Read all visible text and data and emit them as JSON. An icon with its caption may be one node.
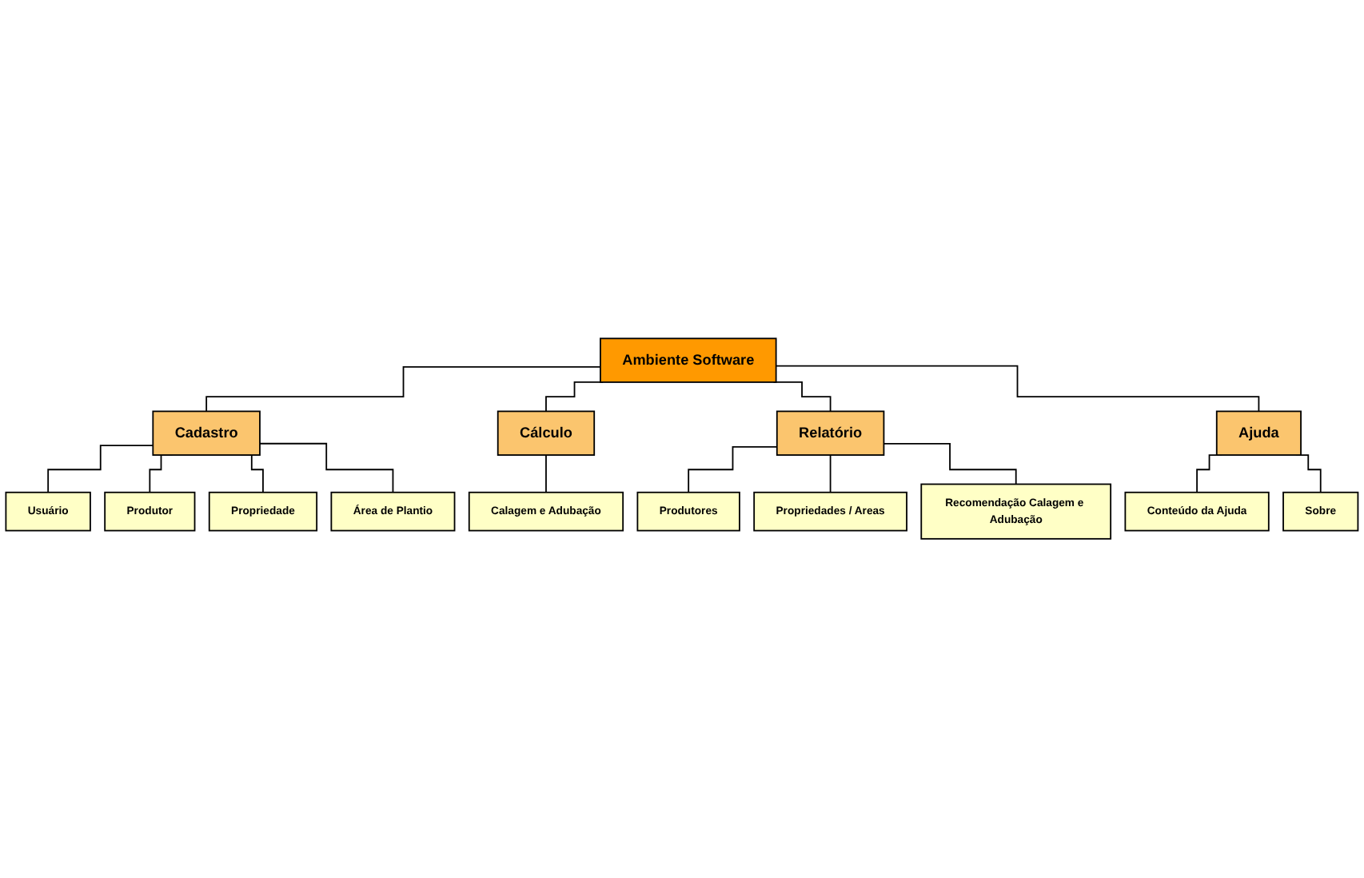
{
  "diagram": {
    "nodes": [
      {
        "text": [
          "Ambiente Software"
        ]
      },
      {
        "text": [
          "Cadastro"
        ]
      },
      {
        "text": [
          "Cálculo"
        ]
      },
      {
        "text": [
          "Relatório"
        ]
      },
      {
        "text": [
          "Ajuda"
        ]
      },
      {
        "text": [
          "Usuário"
        ]
      },
      {
        "text": [
          "Produtor"
        ]
      },
      {
        "text": [
          "Propriedade"
        ]
      },
      {
        "text": [
          "Área de Plantio"
        ]
      },
      {
        "text": [
          "Calagem e Adubação"
        ]
      },
      {
        "text": [
          "Produtores"
        ]
      },
      {
        "text": [
          "Propriedades / Areas"
        ]
      },
      {
        "text": [
          "Recomendação Calagem e Adubação"
        ]
      },
      {
        "text": [
          "Conteúdo da Ajuda"
        ]
      },
      {
        "text": [
          "Sobre"
        ]
      }
    ],
    "edges": [
      {
        "from": 0,
        "to": 1,
        "arrow": "none"
      },
      {
        "from": 0,
        "to": 2,
        "arrow": "none"
      },
      {
        "from": 0,
        "to": 3,
        "arrow": "none"
      },
      {
        "from": 0,
        "to": 4,
        "arrow": "none"
      },
      {
        "from": 1,
        "to": 5,
        "arrow": "none"
      },
      {
        "from": 1,
        "to": 6,
        "arrow": "none"
      },
      {
        "from": 1,
        "to": 7,
        "arrow": "none"
      },
      {
        "from": 1,
        "to": 8,
        "arrow": "none"
      },
      {
        "from": 2,
        "to": 9,
        "arrow": "none"
      },
      {
        "from": 3,
        "to": 10,
        "arrow": "none"
      },
      {
        "from": 3,
        "to": 11,
        "arrow": "none"
      },
      {
        "from": 3,
        "to": 12,
        "arrow": "none"
      },
      {
        "from": 4,
        "to": 13,
        "arrow": "none"
      },
      {
        "from": 4,
        "to": 14,
        "arrow": "none"
      }
    ]
  }
}
